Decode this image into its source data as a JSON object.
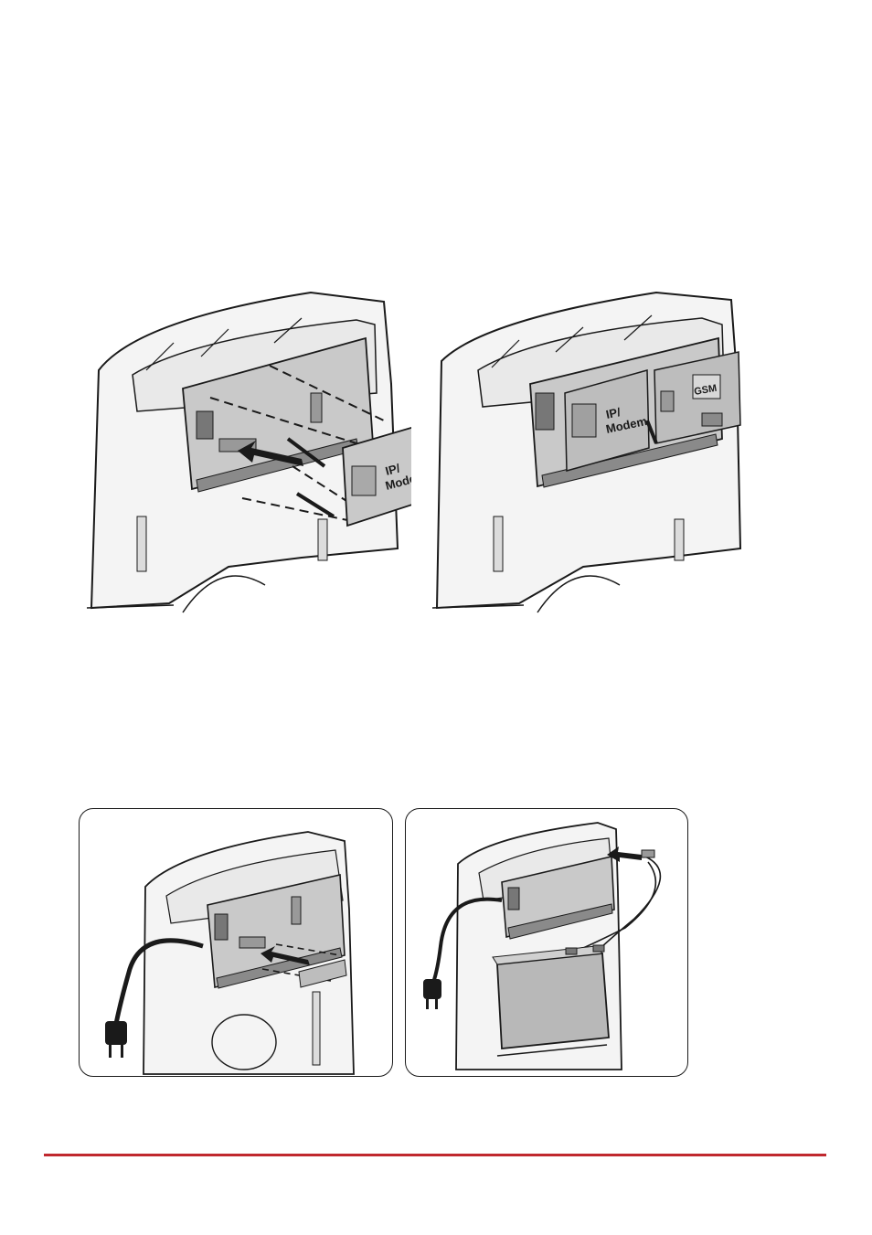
{
  "figures": {
    "top_left": {
      "board_label_line1": "IP/",
      "board_label_line2": "Modem"
    },
    "top_right": {
      "board_label_line1": "IP/",
      "board_label_line2": "Modem",
      "gsm_label": "GSM"
    },
    "bottom_left": {},
    "bottom_right": {}
  },
  "colors": {
    "line": "#1a1a1a",
    "board": "#c9c9c9",
    "housing": "#f4f4f4",
    "battery": "#b8b8b8",
    "accent_rule": "#c0282e"
  }
}
